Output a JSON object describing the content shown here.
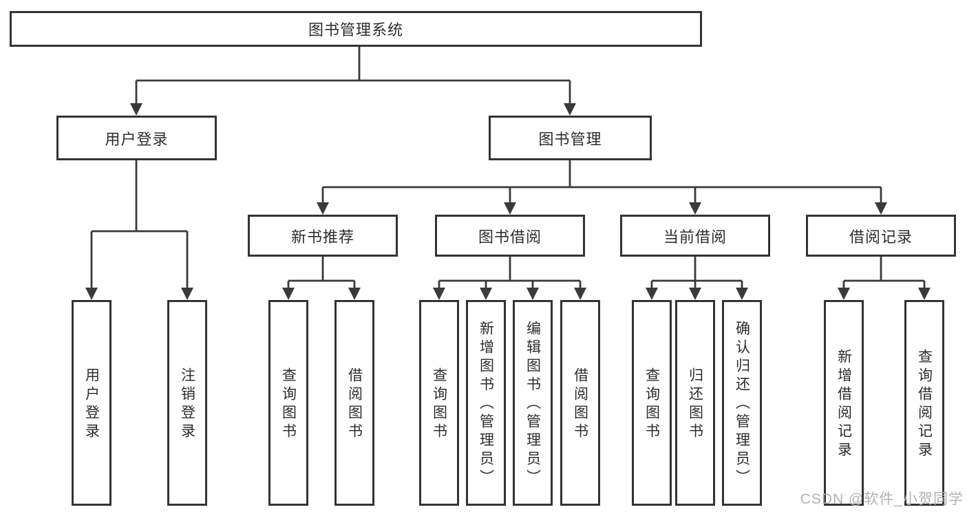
{
  "diagram": {
    "root": {
      "label": "图书管理系统"
    },
    "children": [
      {
        "label": "用户登录",
        "children": [
          {
            "label": "用户登录"
          },
          {
            "label": "注销登录"
          }
        ]
      },
      {
        "label": "图书管理",
        "children": [
          {
            "label": "新书推荐",
            "children": [
              {
                "label": "查询图书"
              },
              {
                "label": "借阅图书"
              }
            ]
          },
          {
            "label": "图书借阅",
            "children": [
              {
                "label": "查询图书"
              },
              {
                "label": "新增图书（管理员）"
              },
              {
                "label": "编辑图书（管理员）"
              },
              {
                "label": "借阅图书"
              }
            ]
          },
          {
            "label": "当前借阅",
            "children": [
              {
                "label": "查询图书"
              },
              {
                "label": "归还图书"
              },
              {
                "label": "确认归还（管理员）"
              }
            ]
          },
          {
            "label": "借阅记录",
            "children": [
              {
                "label": "新增借阅记录"
              },
              {
                "label": "查询借阅记录"
              }
            ]
          }
        ]
      }
    ]
  },
  "watermark": {
    "text": "CSDN @软件_小贺同学"
  },
  "colors": {
    "line": "#3a3a3a",
    "border": "#333333",
    "text": "#2d2d2d",
    "watermark": "#b2b2b2",
    "background": "#ffffff"
  }
}
